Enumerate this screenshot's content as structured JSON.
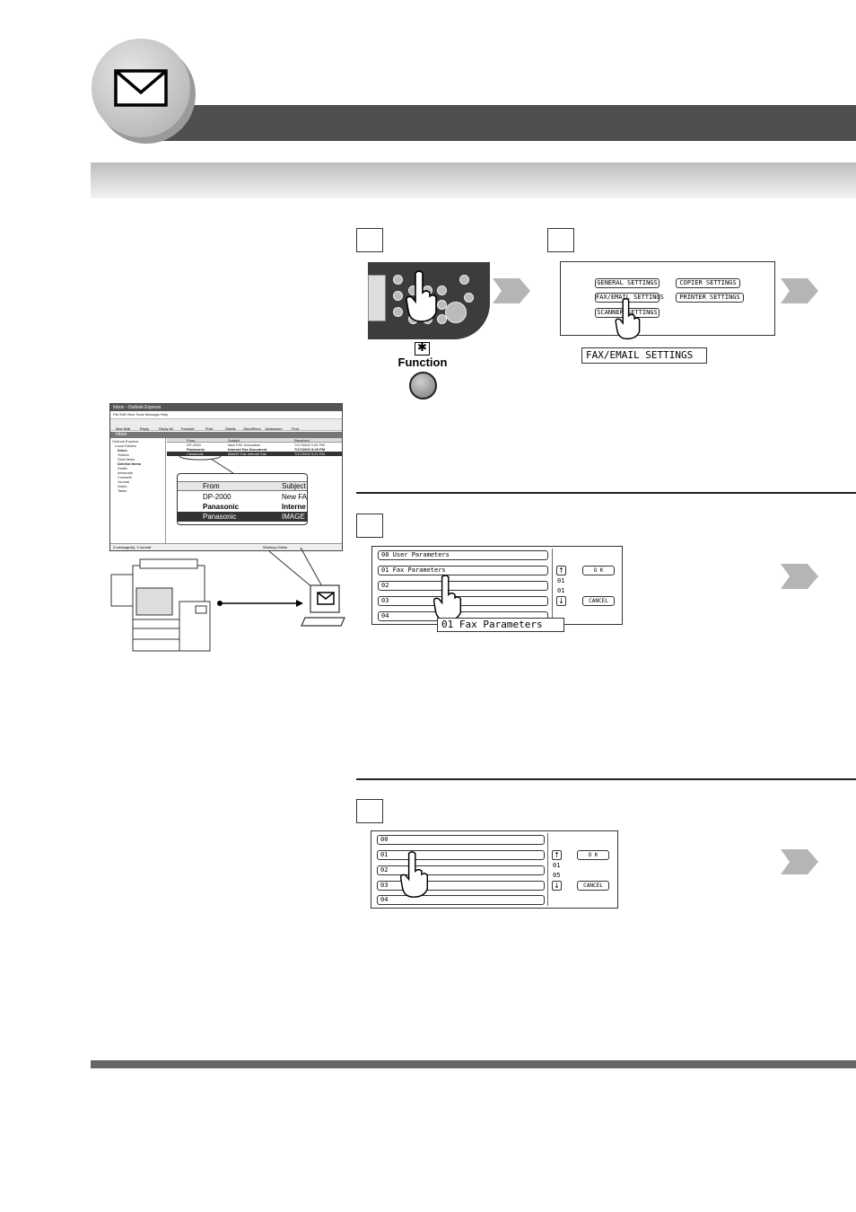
{
  "header": {
    "icon": "envelope-icon",
    "title": "",
    "subtitle": ""
  },
  "steps": [
    {
      "number": "",
      "function_key_symbol": "✱",
      "function_key_label": "Function"
    },
    {
      "number": "",
      "screen_buttons": [
        "GENERAL SETTINGS",
        "COPIER SETTINGS",
        "FAX/EMAIL SETTINGS",
        "PRINTER SETTINGS",
        "SCANNER SETTINGS"
      ],
      "callout": "FAX/EMAIL SETTINGS"
    },
    {
      "number": "",
      "rows": [
        "00  User Parameters",
        "01  Fax Parameters",
        "02",
        "03",
        "04"
      ],
      "ok_label": "O K",
      "cancel_label": "CANCEL",
      "page_current": "01",
      "page_total": "01",
      "callout": "01  Fax Parameters"
    },
    {
      "number": "",
      "rows": [
        "00",
        "01",
        "02",
        "03",
        "04"
      ],
      "ok_label": "O K",
      "cancel_label": "CANCEL",
      "page_current": "01",
      "page_total": "05"
    }
  ],
  "outlook": {
    "title": "Inbox - Outlook Express",
    "menu": "File   Edit   View   Tools   Message   Help",
    "toolbar": [
      "New Mail",
      "Reply",
      "Reply All",
      "Forward",
      "Print",
      "Delete",
      "Send/Recv",
      "Addresses",
      "Find"
    ],
    "folder_header": "Inbox",
    "folders": [
      "Outlook Express",
      "Local Folders",
      "Inbox",
      "Outbox",
      "Sent Items",
      "Deleted Items",
      "Drafts",
      "Infoworks",
      "Contacts",
      "Journal",
      "Notes",
      "Tasks"
    ],
    "list_columns": [
      "From",
      "Subject",
      "Received"
    ],
    "list_rows": [
      {
        "from": "DP-2000",
        "subject": "New FAX Invocation",
        "received": "7/17/2000 1:51 PM"
      },
      {
        "from": "Panasonic",
        "subject": "Internet Fax Document",
        "received": "7/17/2000 3:20 PM"
      },
      {
        "from": "Panasonic",
        "subject": "IMAGE Fax Internet Fax",
        "received": "7/17/2000 3:21 PM"
      }
    ],
    "status_left": "3 message(s), 0 unread",
    "status_right": "Working Online",
    "zoom": {
      "columns": [
        "From",
        "Subject"
      ],
      "rows": [
        {
          "from": "DP-2000",
          "subject": "New FA"
        },
        {
          "from": "Panasonic",
          "subject": "Interne"
        },
        {
          "from": "Panasonic",
          "subject": "IMAGE I"
        }
      ]
    }
  }
}
